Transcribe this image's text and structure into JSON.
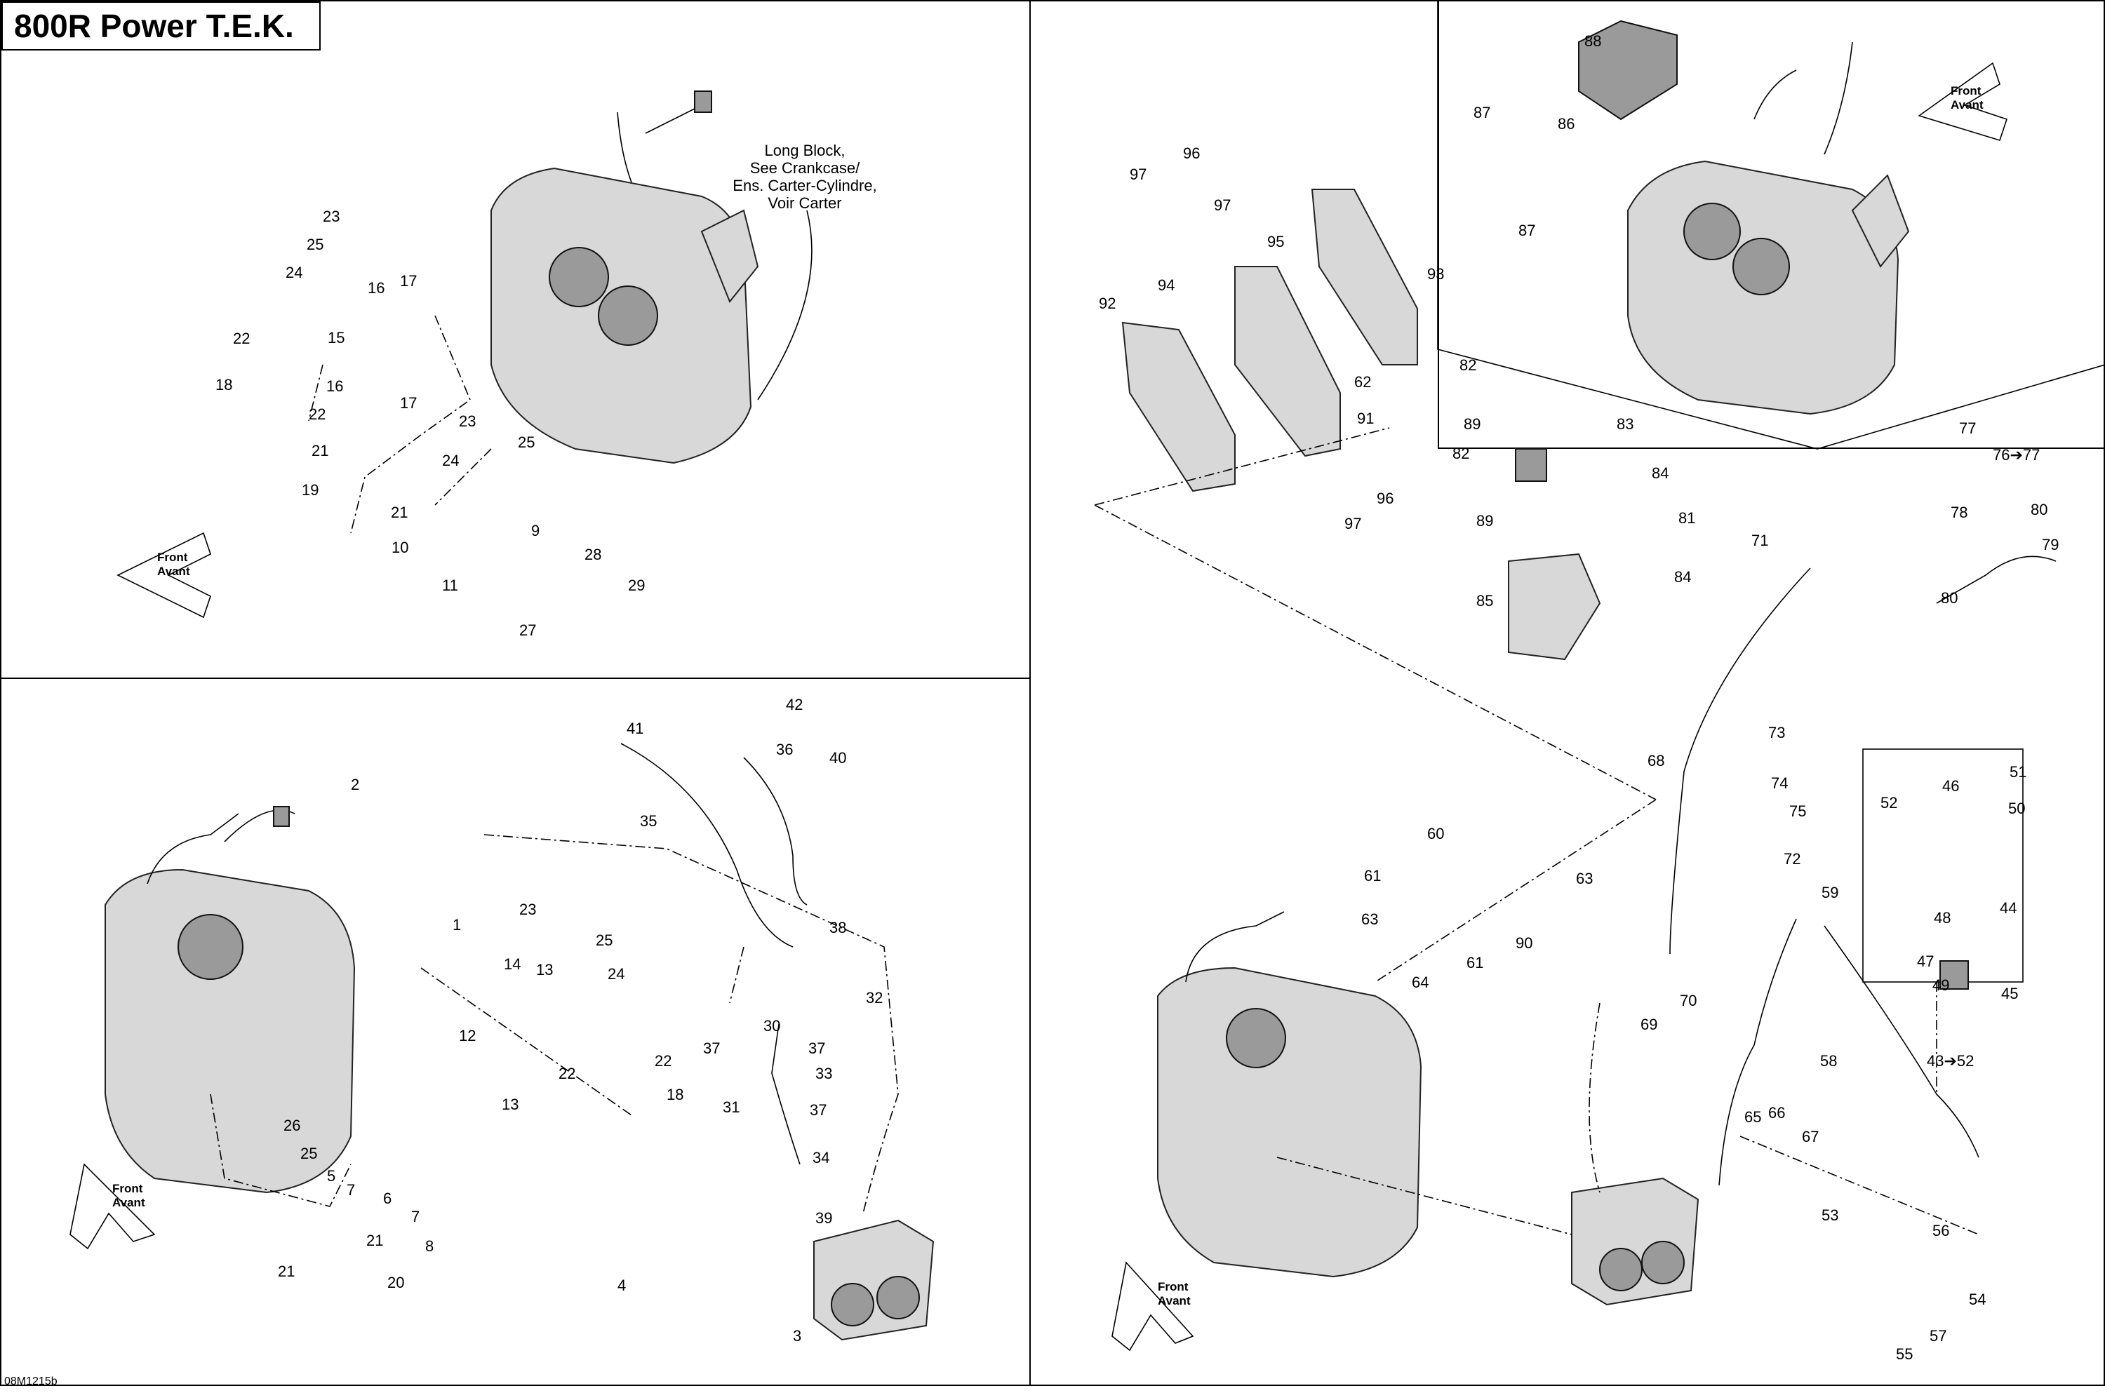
{
  "title": "800R Power T.E.K.",
  "doc_code": "08M1215b",
  "callout_note": [
    "Long Block,",
    "See Crankcase/",
    "Ens. Carter-Cylindre,",
    "Voir Carter"
  ],
  "front_arrow": [
    "Front",
    "Avant"
  ],
  "labels": {
    "tl": [
      "23",
      "25",
      "24",
      "16",
      "17",
      "22",
      "15",
      "18",
      "16",
      "17",
      "22",
      "23",
      "25",
      "24",
      "21",
      "19",
      "21",
      "10",
      "9",
      "11",
      "28",
      "29",
      "27"
    ],
    "bl": [
      "2",
      "41",
      "42",
      "36",
      "40",
      "35",
      "38",
      "1",
      "23",
      "25",
      "14",
      "13",
      "24",
      "12",
      "13",
      "22",
      "22",
      "18",
      "26",
      "25",
      "5",
      "7",
      "6",
      "7",
      "21",
      "8",
      "21",
      "20",
      "4",
      "3",
      "32",
      "30",
      "37",
      "37",
      "33",
      "31",
      "37",
      "34",
      "39"
    ],
    "right": [
      "97",
      "96",
      "97",
      "95",
      "93",
      "94",
      "92",
      "62",
      "91",
      "96",
      "97",
      "82",
      "89",
      "83",
      "82",
      "84",
      "89",
      "81",
      "85",
      "84",
      "71",
      "88",
      "87",
      "86",
      "87",
      "77",
      "76➔77",
      "78",
      "80",
      "79",
      "80",
      "60",
      "61",
      "63",
      "63",
      "61",
      "64",
      "90",
      "73",
      "68",
      "74",
      "75",
      "72",
      "52",
      "46",
      "51",
      "50",
      "59",
      "48",
      "44",
      "47",
      "49",
      "45",
      "70",
      "69",
      "65",
      "66",
      "58",
      "43➔52",
      "67",
      "53",
      "56",
      "54",
      "57",
      "55"
    ]
  }
}
